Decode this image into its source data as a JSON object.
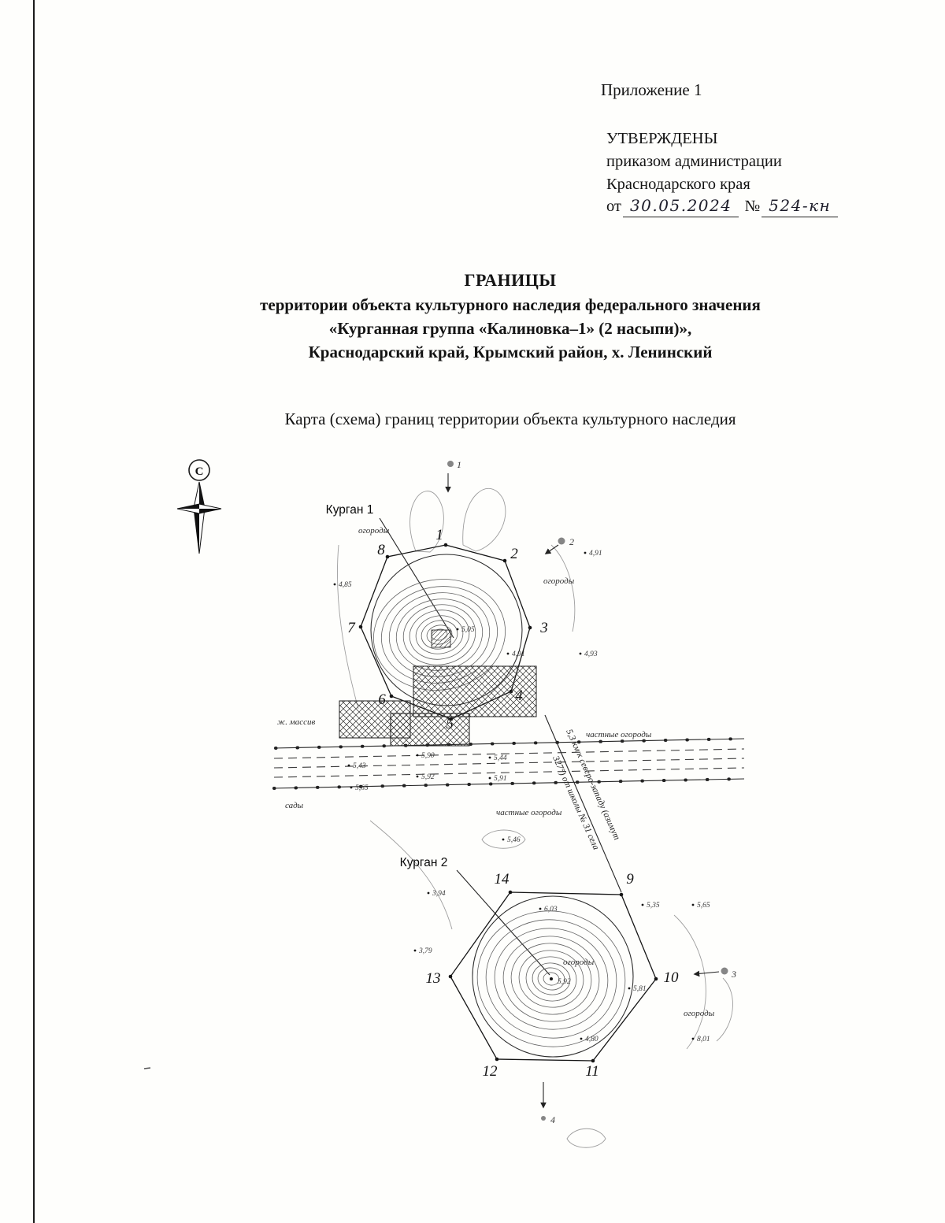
{
  "header": {
    "appendix": "Приложение 1",
    "approved_title": "УТВЕРЖДЕНЫ",
    "approved_line2": "приказом администрации",
    "approved_line3": "Краснодарского края",
    "date_prefix": "от",
    "date_value": "30.05.2024",
    "number_sign": "№",
    "number_value": "524-кн"
  },
  "title": {
    "line1": "ГРАНИЦЫ",
    "line2": "территории объекта культурного наследия федерального значения",
    "line3": "«Курганная группа «Калиновка–1» (2 насыпи)»,",
    "line4": "Краснодарский край, Крымский район, х. Ленинский"
  },
  "map": {
    "caption": "Карта (схема) границ территории объекта культурного наследия",
    "compass_letter": "С",
    "kurgan1": {
      "label": "Курган 1",
      "point_labels": [
        "1",
        "2",
        "3",
        "4",
        "5",
        "6",
        "7",
        "8"
      ]
    },
    "kurgan2": {
      "label": "Курган 2",
      "point_labels": [
        "9",
        "10",
        "11",
        "12",
        "13",
        "14"
      ]
    },
    "survey_markers": [
      "1",
      "2",
      "3",
      "4"
    ],
    "annotations": [
      "огороды",
      "огороды",
      "ж. массив",
      "частные огороды",
      "сады",
      "частные огороды",
      "огороды",
      "огороды"
    ],
    "diagonal_note_line1": "5,3 км к северо-западу (азимут",
    "diagonal_note_line2": "327°) от школы № 31 села",
    "elevations": [
      "4,85",
      "4,93",
      "4,91",
      "5,05",
      "4,91",
      "5,43",
      "5,90",
      "5,44",
      "5,92",
      "5,65",
      "5,91",
      "5,46",
      "3,94",
      "3,79",
      "5,35",
      "5,65",
      "6,03",
      "5,81",
      "5,92",
      "4,80",
      "8,01"
    ]
  }
}
